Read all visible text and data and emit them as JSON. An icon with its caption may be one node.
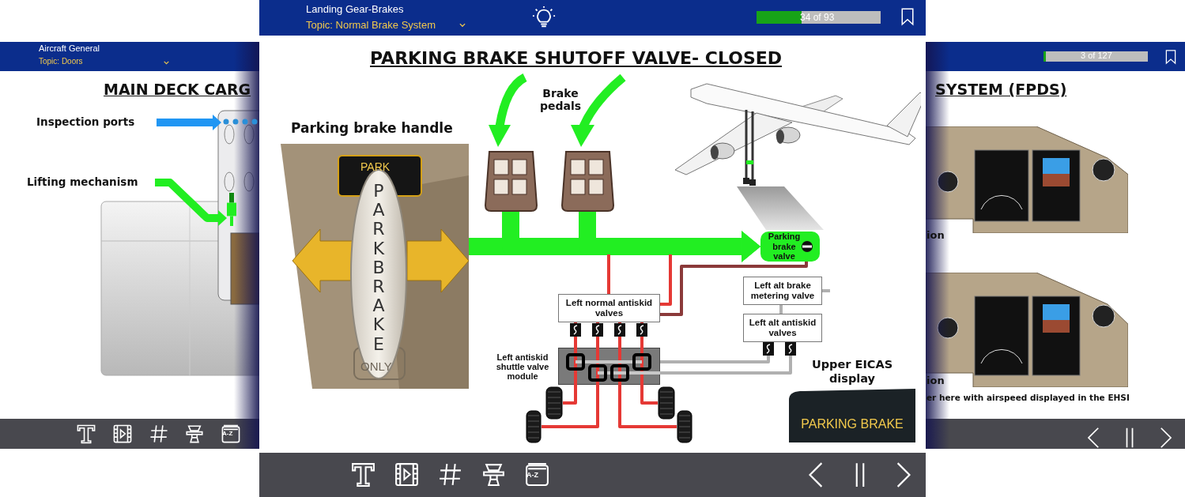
{
  "diagram": {
    "title": "PARKING BRAKE SHUTOFF VALVE- CLOSED",
    "nodes": [
      {
        "text": [
          "Parking brake handle",
          "PARK BRAKE"
        ]
      },
      {
        "text": [],
        "shape": "picture"
      },
      {
        "text": [],
        "shape": "picture"
      },
      {
        "text": [],
        "shape": "picture"
      },
      {
        "text": [
          "Parking brake valve"
        ]
      },
      {
        "text": [
          "Left normal antiskid valves"
        ]
      },
      {
        "text": [
          "Left alt brake metering valve"
        ]
      },
      {
        "text": [
          "Left alt antiskid valves"
        ]
      },
      {
        "text": [
          "Left antiskid shuttle valve module"
        ]
      },
      {
        "text": [],
        "shape": "picture"
      },
      {
        "text": [],
        "shape": "picture"
      },
      {
        "text": [],
        "shape": "picture"
      },
      {
        "text": [],
        "shape": "picture"
      },
      {
        "text": [
          "Upper EICAS display",
          "PARKING BRAKE"
        ]
      },
      {
        "text": [
          "Inspection ports"
        ]
      },
      {
        "text": [],
        "shape": "picture"
      },
      {
        "text": [
          "Lifting mechanism"
        ]
      },
      {
        "text": [],
        "shape": "picture"
      }
    ],
    "edges": [
      {
        "from": 0,
        "to": 4,
        "arrow": "to",
        "style": "thick",
        "color": "#22ee22"
      },
      {
        "from": 1,
        "to": 4,
        "arrow": "to",
        "style": "thick",
        "color": "#22ee22"
      },
      {
        "from": 2,
        "to": 4,
        "arrow": "to",
        "style": "thick",
        "color": "#22ee22"
      },
      {
        "from": null,
        "to": 5,
        "arrow": "none"
      },
      {
        "from": null,
        "to": 5,
        "arrow": "none"
      },
      {
        "from": 4,
        "to": 5,
        "arrow": "none",
        "color": "#8b3a3a"
      },
      {
        "from": 5,
        "to": 8,
        "arrow": "none"
      },
      {
        "from": 5,
        "to": 8,
        "arrow": "none"
      },
      {
        "from": 5,
        "to": 8,
        "arrow": "none"
      },
      {
        "from": 5,
        "to": 8,
        "arrow": "none"
      },
      {
        "from": 6,
        "to": 7,
        "arrow": "none",
        "color": "#b0b0b0"
      },
      {
        "from": 6,
        "to": null,
        "arrow": "none",
        "color": "#b0b0b0"
      },
      {
        "from": 7,
        "to": 8,
        "arrow": "none",
        "color": "#b0b0b0"
      },
      {
        "from": 7,
        "to": 8,
        "arrow": "none",
        "color": "#b0b0b0"
      },
      {
        "from": 8,
        "to": 9,
        "arrow": "none"
      },
      {
        "from": 8,
        "to": 10,
        "arrow": "none"
      },
      {
        "from": 8,
        "to": 11,
        "arrow": "none"
      },
      {
        "from": 8,
        "to": 12,
        "arrow": "none"
      },
      {
        "from": 14,
        "to": 15,
        "arrow": "to",
        "style": "thick",
        "color": "#2196f3"
      },
      {
        "from": 16,
        "to": 17,
        "arrow": "to",
        "style": "thick",
        "color": "#22ee22"
      }
    ],
    "labels": [
      "Aircraft General",
      "Topic: Doors",
      "MAIN DECK CARG",
      "Landing Gear-Brakes",
      "Topic: Normal Brake System",
      "34 of 93",
      "Brake pedals",
      "PARK",
      "ONLY",
      "3 of 127",
      "SYSTEM (FPDS)",
      "ion",
      "ion",
      "er here with airspeed displayed in the EHSI",
      "A-Z",
      "A-Z"
    ]
  }
}
